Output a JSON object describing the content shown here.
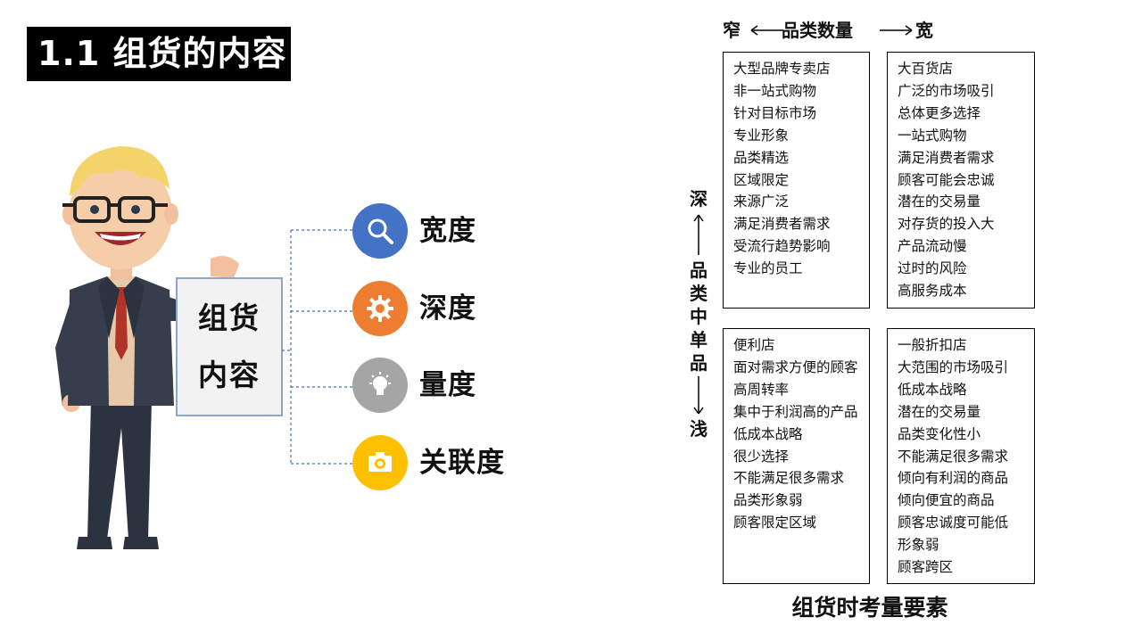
{
  "title": "1.1 组货的内容",
  "panel": {
    "line1": "组货",
    "line2": "内容"
  },
  "dimensions": [
    {
      "label": "宽度",
      "icon": "search-icon",
      "color": "#4472c4"
    },
    {
      "label": "深度",
      "icon": "gear-icon",
      "color": "#ed7d31"
    },
    {
      "label": "量度",
      "icon": "lightbulb-icon",
      "color": "#a5a5a5"
    },
    {
      "label": "关联度",
      "icon": "camera-icon",
      "color": "#ffc000"
    }
  ],
  "matrix": {
    "top_axis": {
      "left": "窄",
      "label": "品类数量",
      "right": "宽"
    },
    "side_axis": {
      "top": "深",
      "label": [
        "品",
        "类",
        "中",
        "单",
        "品"
      ],
      "bottom": "浅"
    },
    "quadrants": {
      "top_left": [
        "大型品牌专卖店",
        "非一站式购物",
        "针对目标市场",
        "专业形象",
        "品类精选",
        "区域限定",
        "来源广泛",
        "满足消费者需求",
        "受流行趋势影响",
        "专业的员工"
      ],
      "top_right": [
        "大百货店",
        "广泛的市场吸引",
        "总体更多选择",
        "一站式购物",
        "满足消费者需求",
        "顾客可能会忠诚",
        "潜在的交易量",
        "对存货的投入大",
        "产品流动慢",
        "过时的风险",
        "高服务成本"
      ],
      "bottom_left": [
        "便利店",
        "面对需求方便的顾客",
        "高周转率",
        "集中于利润高的产品",
        "低成本战略",
        "很少选择",
        "不能满足很多需求",
        "品类形象弱",
        "顾客限定区域"
      ],
      "bottom_right": [
        "一般折扣店",
        "大范围的市场吸引",
        "低成本战略",
        "潜在的交易量",
        "品类变化性小",
        "不能满足很多需求",
        "倾向有利润的商品",
        "倾向便宜的商品",
        "顾客忠诚度可能低",
        "形象弱",
        "顾客跨区"
      ]
    },
    "caption": "组货时考量要素"
  }
}
